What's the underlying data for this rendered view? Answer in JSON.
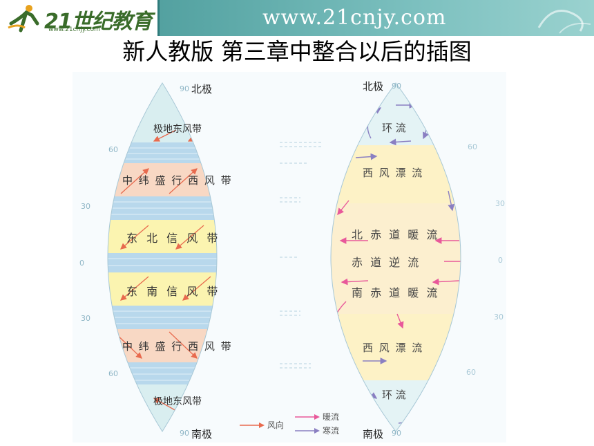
{
  "header": {
    "logo_text": "21世纪教育",
    "logo_sub": "www.21cnjy.com",
    "url": "www.21cnjy.com"
  },
  "title": "新人教版   第三章中整合以后的插图",
  "wind_diagram": {
    "top_pole": "北极",
    "bottom_pole": "南极",
    "belts": [
      "极地东风带",
      "中纬盛行西风带",
      "东北信风带",
      "东南信风带",
      "中纬盛行西风带",
      "极地东风带"
    ],
    "belt_labels_spaced": [
      "极地东风带",
      "中 纬 盛 行 西 风 带",
      "东  北  信  风  带",
      "东  南  信  风  带",
      "中 纬 盛 行 西 风 带",
      "极地东风带"
    ],
    "lat_labels": [
      "90",
      "60",
      "30",
      "0",
      "30",
      "60",
      "90"
    ]
  },
  "current_diagram": {
    "top_pole": "北极",
    "bottom_pole": "南极",
    "currents": [
      "环 流",
      "西 风 漂 流",
      "北 赤 道 暖 流",
      "赤  道  逆  流",
      "南 赤 道 暖 流",
      "西 风 漂 流",
      "环 流"
    ],
    "lat_labels": [
      "90",
      "60",
      "30",
      "0",
      "30",
      "60",
      "90"
    ]
  },
  "legend": {
    "wind": "风向",
    "warm": "暖流",
    "cold": "寒流"
  },
  "colors": {
    "polar": "#d9eef0",
    "westerly": "#f8d8c4",
    "trade": "#fbf4b0",
    "calm": "#b8d8ec",
    "ocean_bg": "#fdf2c6",
    "warm_arrow": "#e8589a",
    "cold_arrow": "#8a7fc2",
    "wind_arrow": "#e86a4e"
  }
}
